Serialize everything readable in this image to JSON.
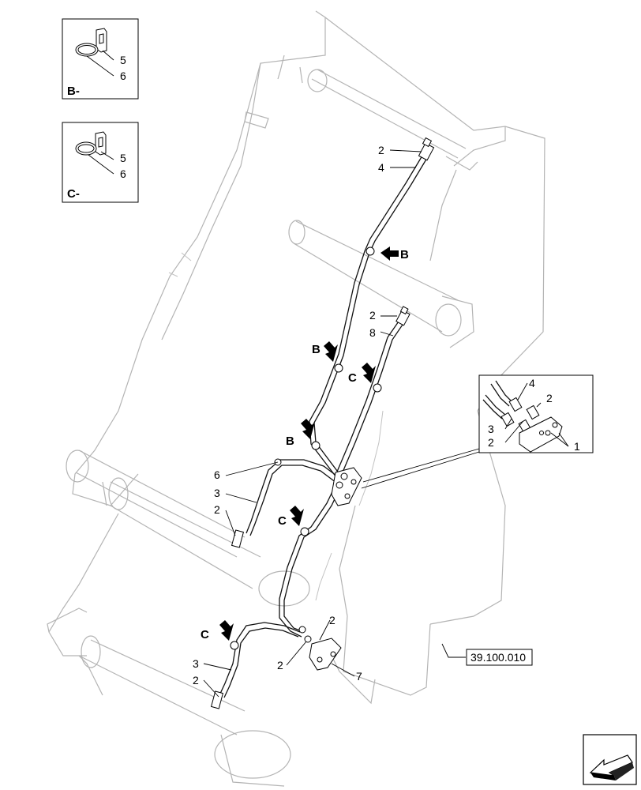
{
  "detail_boxes": [
    {
      "view": "B-",
      "labels": [
        "5",
        "6"
      ]
    },
    {
      "view": "C-",
      "labels": [
        "5",
        "6"
      ]
    }
  ],
  "callouts": {
    "top_2": "2",
    "top_4": "4",
    "mid_2": "2",
    "mid_8": "8",
    "left_6": "6",
    "left_3": "3",
    "left_2": "2",
    "bottom_2a": "2",
    "bottom_2b": "2",
    "bottom_7": "7",
    "bottom_3": "3",
    "bottom_2c": "2"
  },
  "view_markers": {
    "b1": "B",
    "b2": "B",
    "b3": "B",
    "c1": "C",
    "c2": "C",
    "c3": "C"
  },
  "inset": {
    "labels": [
      "4",
      "2",
      "3",
      "2",
      "1"
    ]
  },
  "reference": "39.100.010",
  "icons": [
    "nav-arrow-icon",
    "view-arrow-icon"
  ]
}
